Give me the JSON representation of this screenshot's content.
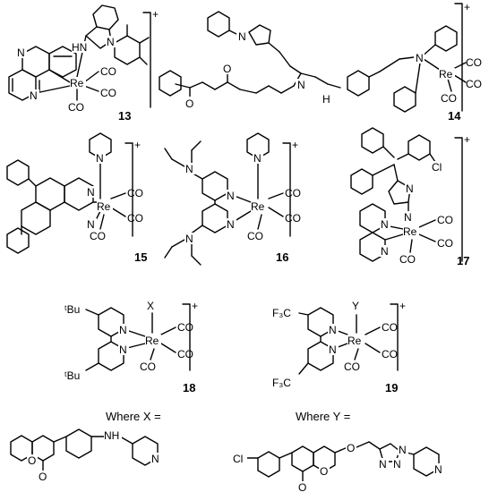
{
  "compounds": [
    {
      "label": "13",
      "charge": "+"
    },
    {
      "label": "14",
      "charge": "+"
    },
    {
      "label": "15",
      "charge": "+"
    },
    {
      "label": "16",
      "charge": "+"
    },
    {
      "label": "17",
      "charge": "+"
    },
    {
      "label": "18",
      "charge": "+"
    },
    {
      "label": "19",
      "charge": "+"
    }
  ],
  "atoms": {
    "re": "Re",
    "co": "CO",
    "n": "N",
    "hn": "HN",
    "nh": "NH",
    "h": "H",
    "o": "O",
    "cl": "Cl",
    "cf3": "F₃C",
    "tbu": "ᵗBu",
    "x": "X",
    "y": "Y"
  },
  "captions": {
    "where_x": "Where X =",
    "where_y": "Where Y ="
  }
}
